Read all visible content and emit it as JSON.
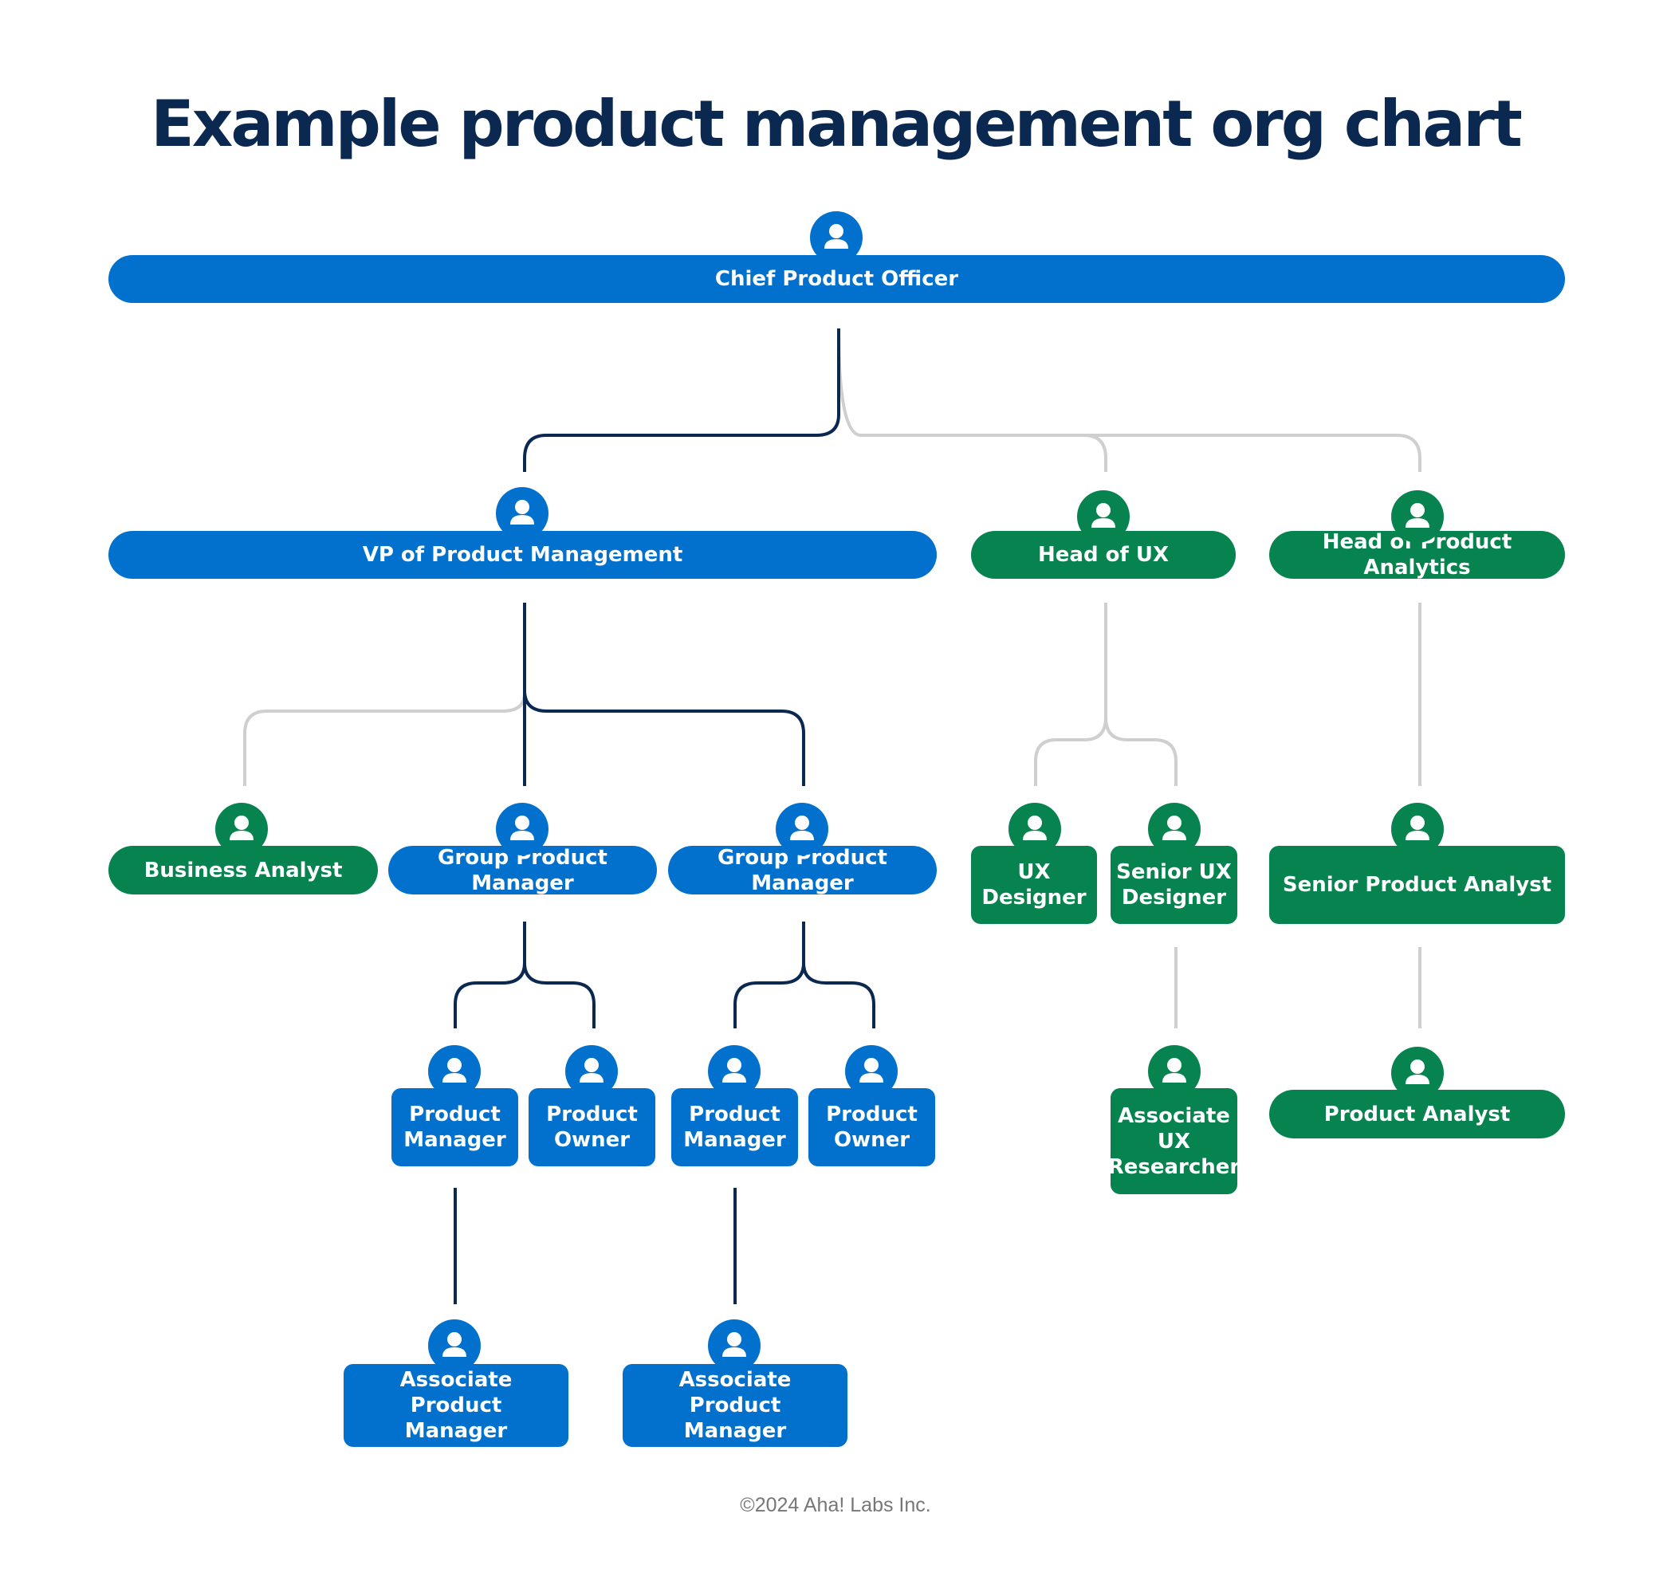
{
  "title": "Example product management org chart",
  "footer": "©2024 Aha! Labs Inc.",
  "colors": {
    "blue": "#0271ce",
    "green": "#06834e",
    "title": "#0b2950",
    "active_line": "#0b2950",
    "inactive_line": "#cfcfcf"
  },
  "icon": "person-icon",
  "nodes": {
    "cpo": "Chief Product Officer",
    "vp": "VP of Product Management",
    "head_ux": "Head of UX",
    "head_analytics": "Head of Product Analytics",
    "business_analyst": "Business Analyst",
    "gpm_1": "Group Product Manager",
    "gpm_2": "Group Product Manager",
    "ux_designer": "UX Designer",
    "senior_ux_designer": "Senior UX Designer",
    "senior_product_analyst": "Senior Product Analyst",
    "pm_1": "Product Manager",
    "po_1": "Product Owner",
    "pm_2": "Product Manager",
    "po_2": "Product Owner",
    "associate_ux_researcher": "Associate UX Researcher",
    "product_analyst": "Product Analyst",
    "apm_1": "Associate Product Manager",
    "apm_2": "Associate Product Manager"
  }
}
